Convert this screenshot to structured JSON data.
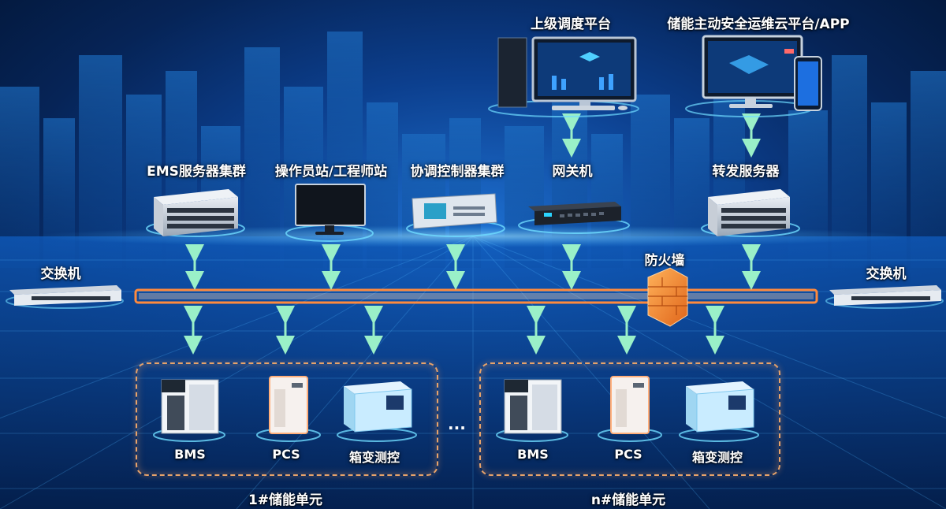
{
  "labels": {
    "upper_platform": "上级调度平台",
    "cloud_platform": "储能主动安全运维云平台/APP",
    "ems": "EMS服务器集群",
    "operator": "操作员站/工程师站",
    "coord": "协调控制器集群",
    "gateway": "网关机",
    "forward": "转发服务器",
    "switch_left": "交换机",
    "switch_right": "交换机",
    "firewall": "防火墙",
    "unit1": {
      "bms": "BMS",
      "pcs": "PCS",
      "box": "箱变测控",
      "title": "1#储能单元"
    },
    "unitn": {
      "bms": "BMS",
      "pcs": "PCS",
      "box": "箱变测控",
      "title": "n#储能单元"
    },
    "ellipsis": "..."
  },
  "colors": {
    "background": "#0c3f8e",
    "bus_line": "#ff8a3d",
    "arrow": "#9af0c8",
    "unit_border": "#e8a36a",
    "firewall": "#f08a2a"
  },
  "icons": [
    "server-rack-icon",
    "monitor-icon",
    "controller-icon",
    "gateway-icon",
    "switch-icon",
    "firewall-icon",
    "bms-cabinet-icon",
    "pcs-cabinet-icon",
    "box-transformer-icon",
    "desktop-computer-icon",
    "laptop-phone-icon"
  ]
}
